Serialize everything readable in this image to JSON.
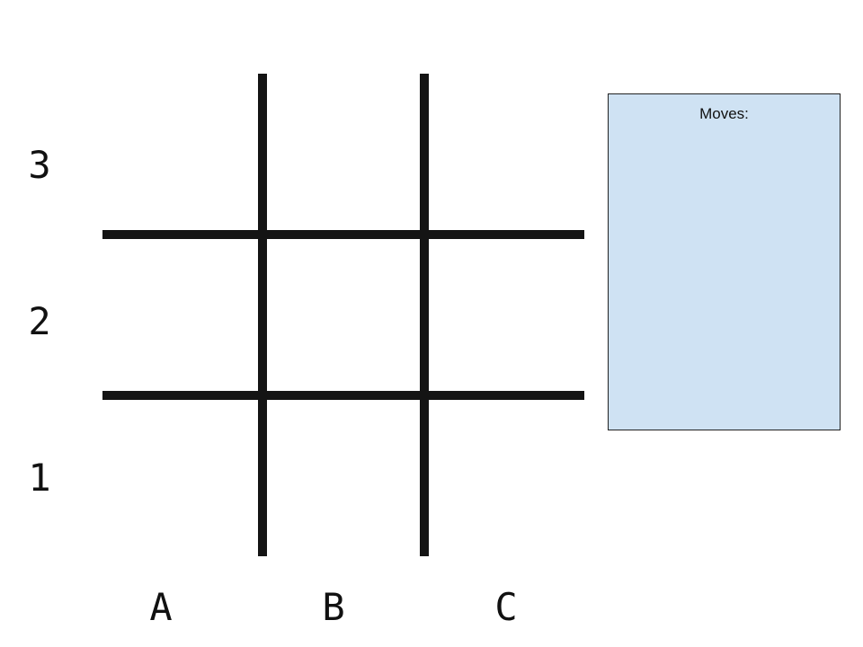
{
  "board": {
    "row_labels": [
      "3",
      "2",
      "1"
    ],
    "col_labels": [
      "A",
      "B",
      "C"
    ],
    "cells": [
      {
        "id": "A3",
        "mark": ""
      },
      {
        "id": "B3",
        "mark": ""
      },
      {
        "id": "C3",
        "mark": ""
      },
      {
        "id": "A2",
        "mark": ""
      },
      {
        "id": "B2",
        "mark": ""
      },
      {
        "id": "C2",
        "mark": ""
      },
      {
        "id": "A1",
        "mark": ""
      },
      {
        "id": "B1",
        "mark": ""
      },
      {
        "id": "C1",
        "mark": ""
      }
    ],
    "line_color": "#141414"
  },
  "moves_panel": {
    "title": "Moves:",
    "moves": [],
    "background": "#cfe2f3"
  }
}
